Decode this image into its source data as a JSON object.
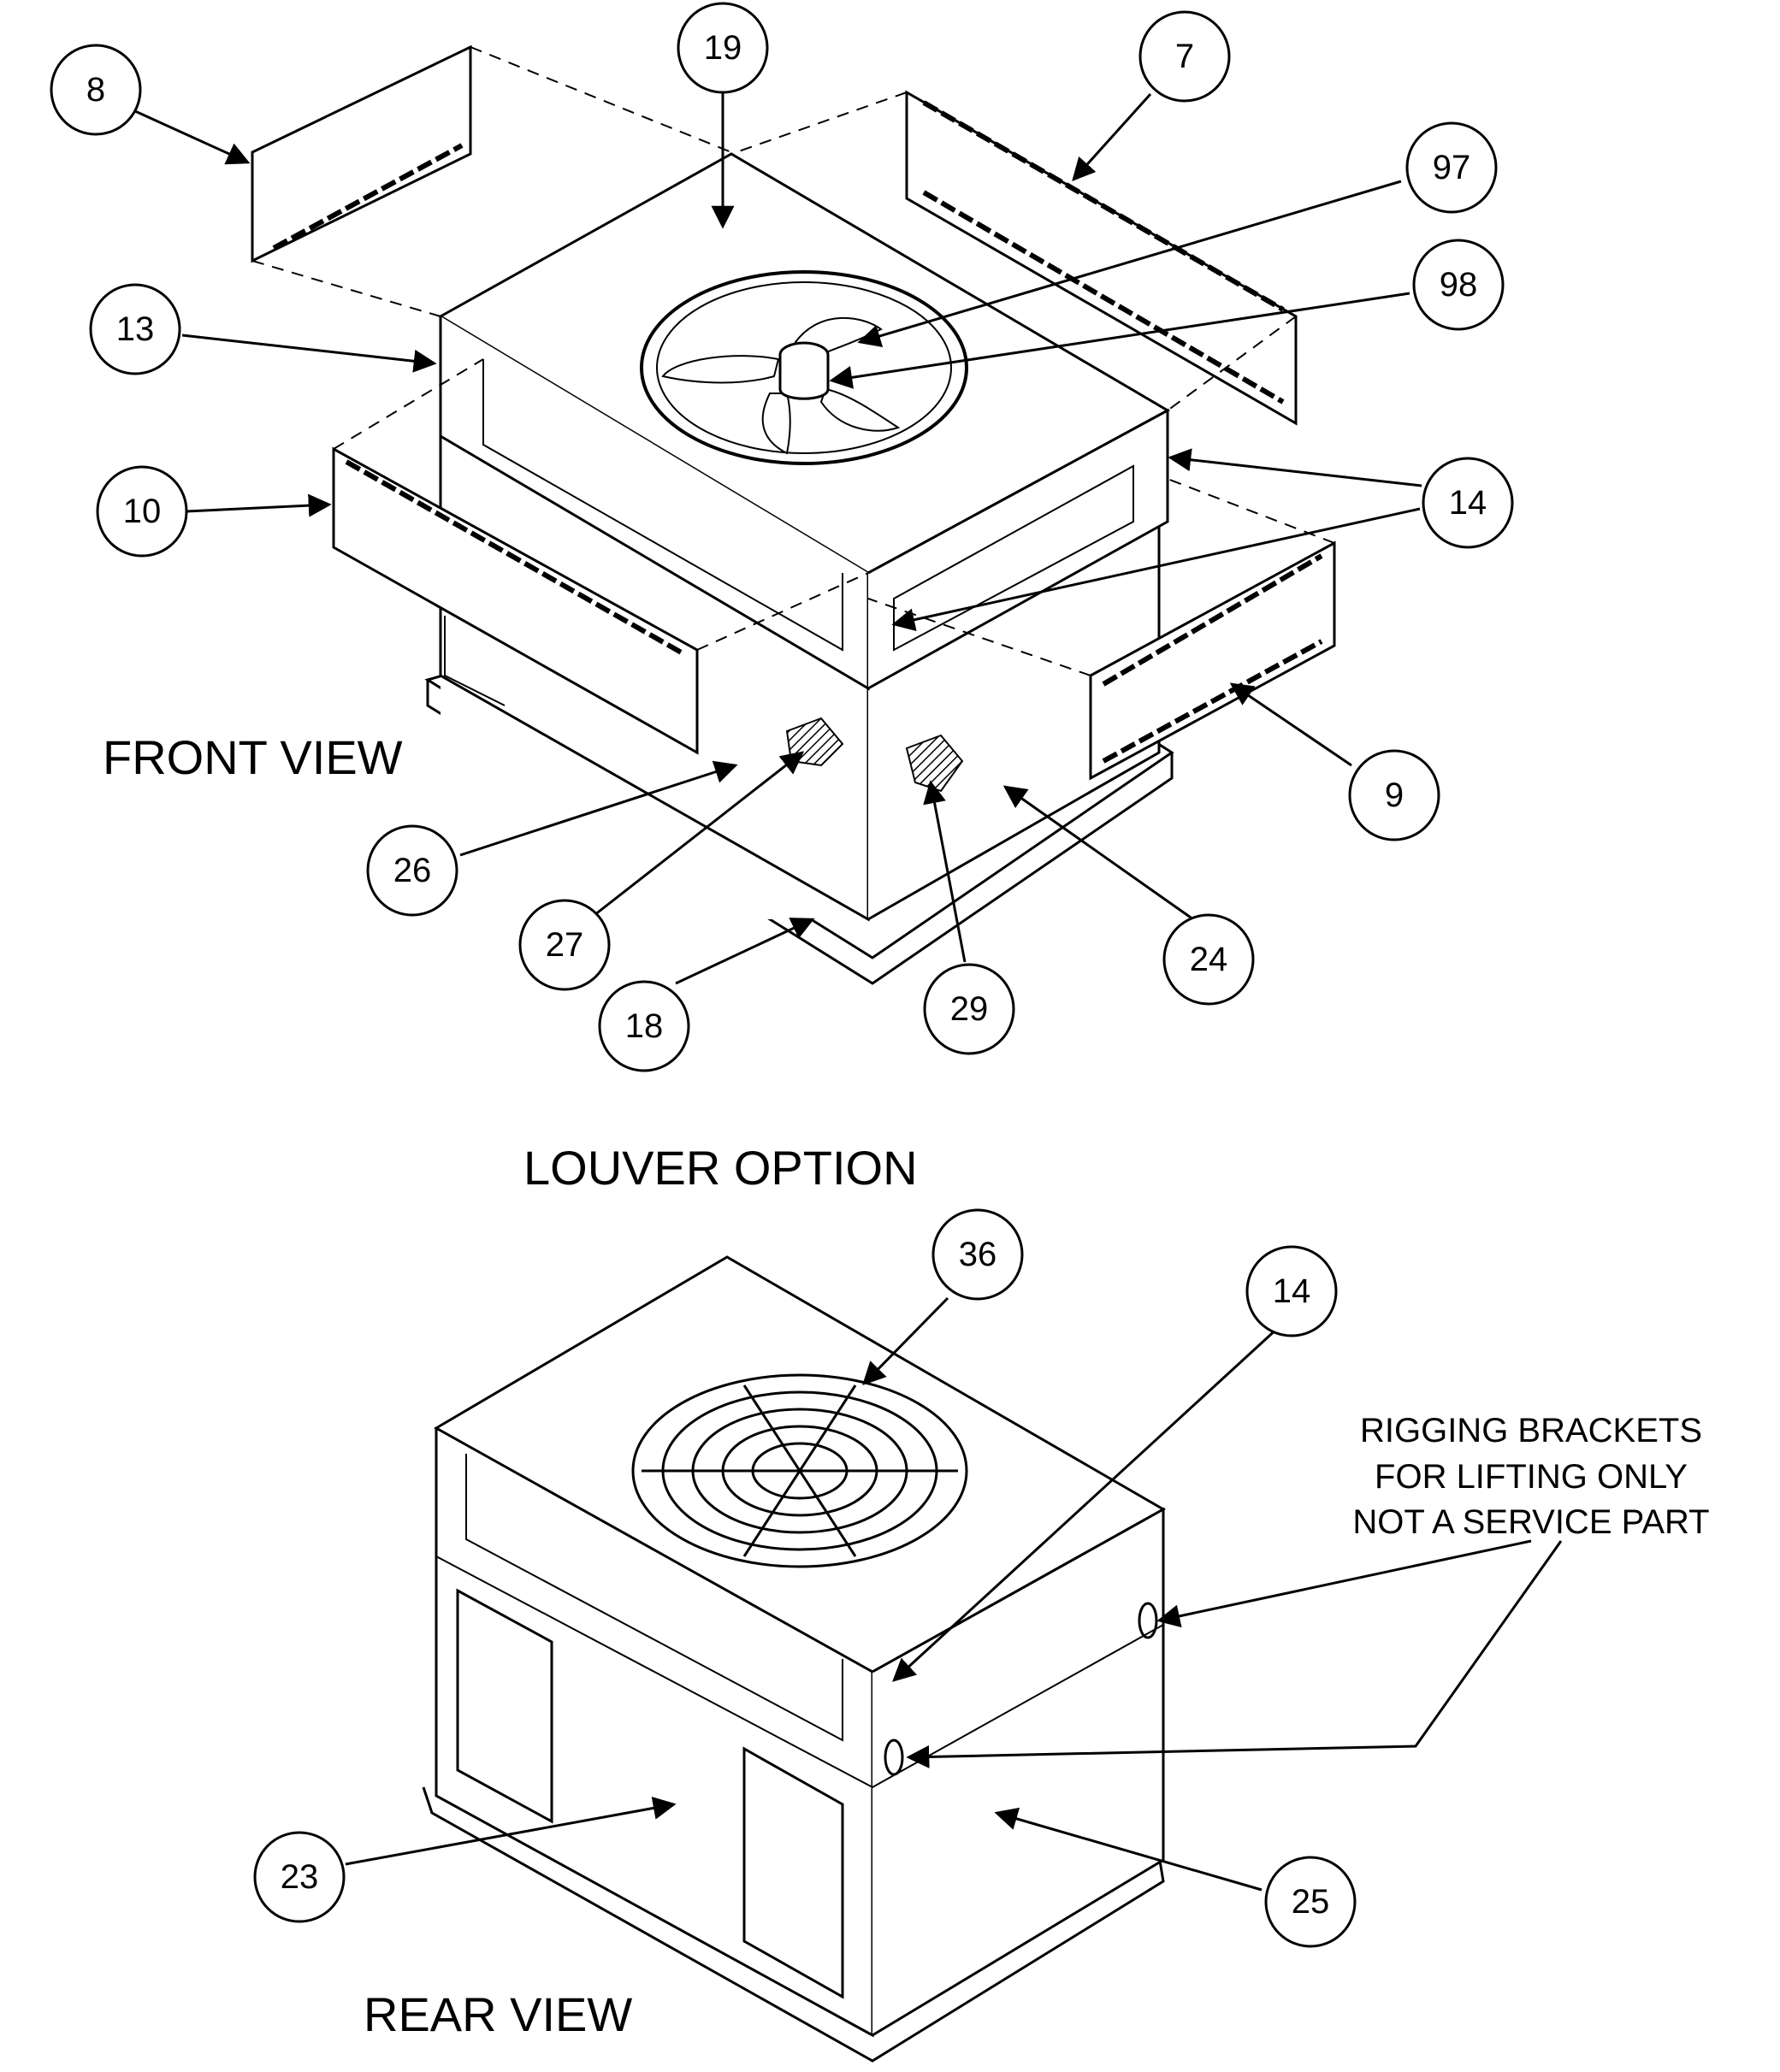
{
  "labels": {
    "front_view": "FRONT VIEW",
    "louver_option": "LOUVER OPTION",
    "rear_view": "REAR VIEW",
    "rigging_note": [
      "RIGGING BRACKETS",
      "FOR LIFTING ONLY",
      "NOT A SERVICE PART"
    ]
  },
  "callouts": {
    "c8": "8",
    "c19": "19",
    "c7": "7",
    "c97": "97",
    "c98": "98",
    "c13": "13",
    "c10": "10",
    "c14a": "14",
    "c9": "9",
    "c26": "26",
    "c27": "27",
    "c18": "18",
    "c29": "29",
    "c24": "24",
    "c36": "36",
    "c14b": "14",
    "c23": "23",
    "c25": "25"
  }
}
